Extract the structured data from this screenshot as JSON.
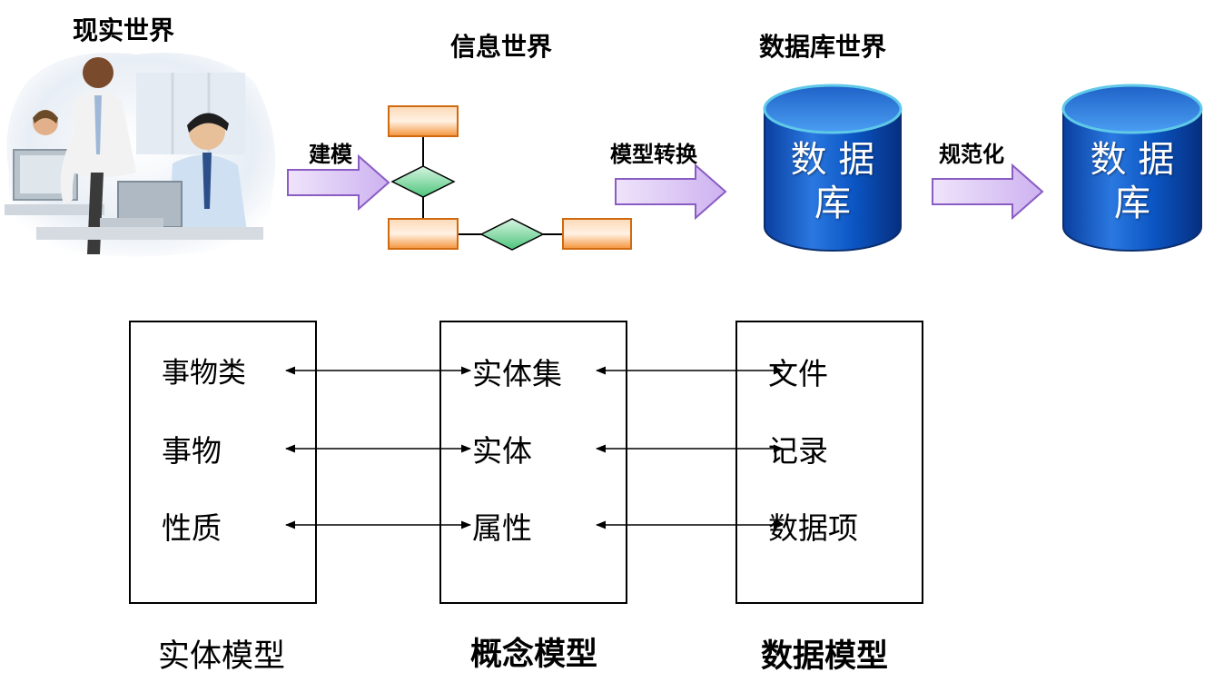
{
  "top": {
    "real_world": "现实世界",
    "info_world": "信息世界",
    "db_world": "数据库世界",
    "arrow_model": "建模",
    "arrow_convert": "模型转换",
    "arrow_normalize": "规范化",
    "db1": {
      "line1": "数 据",
      "line2": "库"
    },
    "db2": {
      "line1": "数 据",
      "line2": "库"
    }
  },
  "columns": {
    "entity": {
      "items": [
        "事物类",
        "事物",
        "性质"
      ],
      "caption": "实体模型"
    },
    "concept": {
      "items": [
        "实体集",
        "实体",
        "属性"
      ],
      "caption": "概念模型"
    },
    "data": {
      "items": [
        "文件",
        "记录",
        "数据项"
      ],
      "caption": "数据模型"
    }
  },
  "colors": {
    "arrow_fill": "#dcc6f5",
    "arrow_stroke": "#8a5cc4",
    "entity_rect": "#f5943a",
    "relation_diamond": "#4cc47a",
    "cylinder_body": "#0b56c4",
    "cylinder_top": "#4a9ef2"
  },
  "icons": [
    "office-people-photo",
    "er-diagram-icon",
    "database-cylinder-icon"
  ]
}
